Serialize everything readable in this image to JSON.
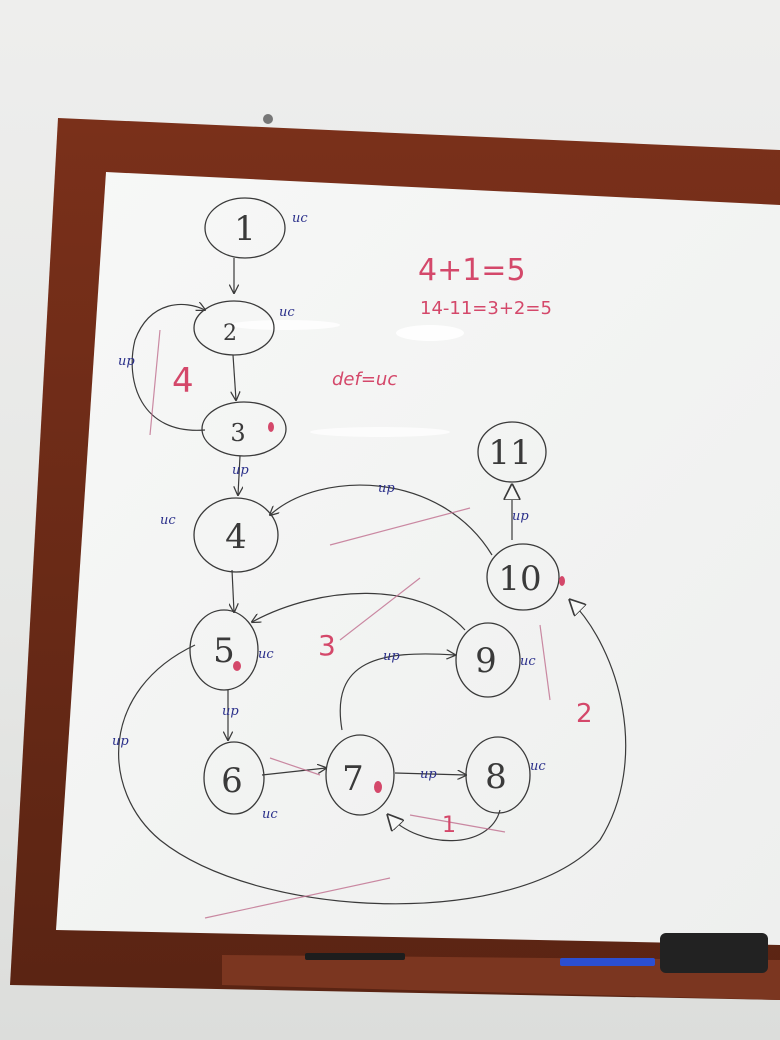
{
  "nodes": [
    {
      "id": "1",
      "tag": "uc",
      "dot": false
    },
    {
      "id": "2",
      "tag": "uc",
      "dot": false
    },
    {
      "id": "3",
      "tag": "",
      "dot": true
    },
    {
      "id": "4",
      "tag": "uc",
      "dot": false
    },
    {
      "id": "5",
      "tag": "uc",
      "dot": true
    },
    {
      "id": "6",
      "tag": "uc",
      "dot": false
    },
    {
      "id": "7",
      "tag": "",
      "dot": true
    },
    {
      "id": "8",
      "tag": "uc",
      "dot": false
    },
    {
      "id": "9",
      "tag": "uc",
      "dot": false
    },
    {
      "id": "10",
      "tag": "",
      "dot": true
    },
    {
      "id": "11",
      "tag": "",
      "dot": false
    }
  ],
  "edge_tags": {
    "e_2_loop": "up",
    "e_3_4": "up",
    "e_5_6": "up",
    "e_5_loop": "up",
    "e_7_8": "up",
    "e_7_9": "up",
    "e_10_4": "up",
    "e_10_11": "up"
  },
  "notes": {
    "formula_1": "4+1=5",
    "formula_2": "14-11=3+2=5",
    "def": "def=uc",
    "region_4": "4",
    "region_3": "3",
    "region_2": "2",
    "region_1": "1"
  },
  "colors": {
    "marker_blue": "#2a2f8a",
    "marker_red": "#d4486a",
    "ink_dark": "#3a3a3a",
    "frame": "#6b2a17"
  }
}
